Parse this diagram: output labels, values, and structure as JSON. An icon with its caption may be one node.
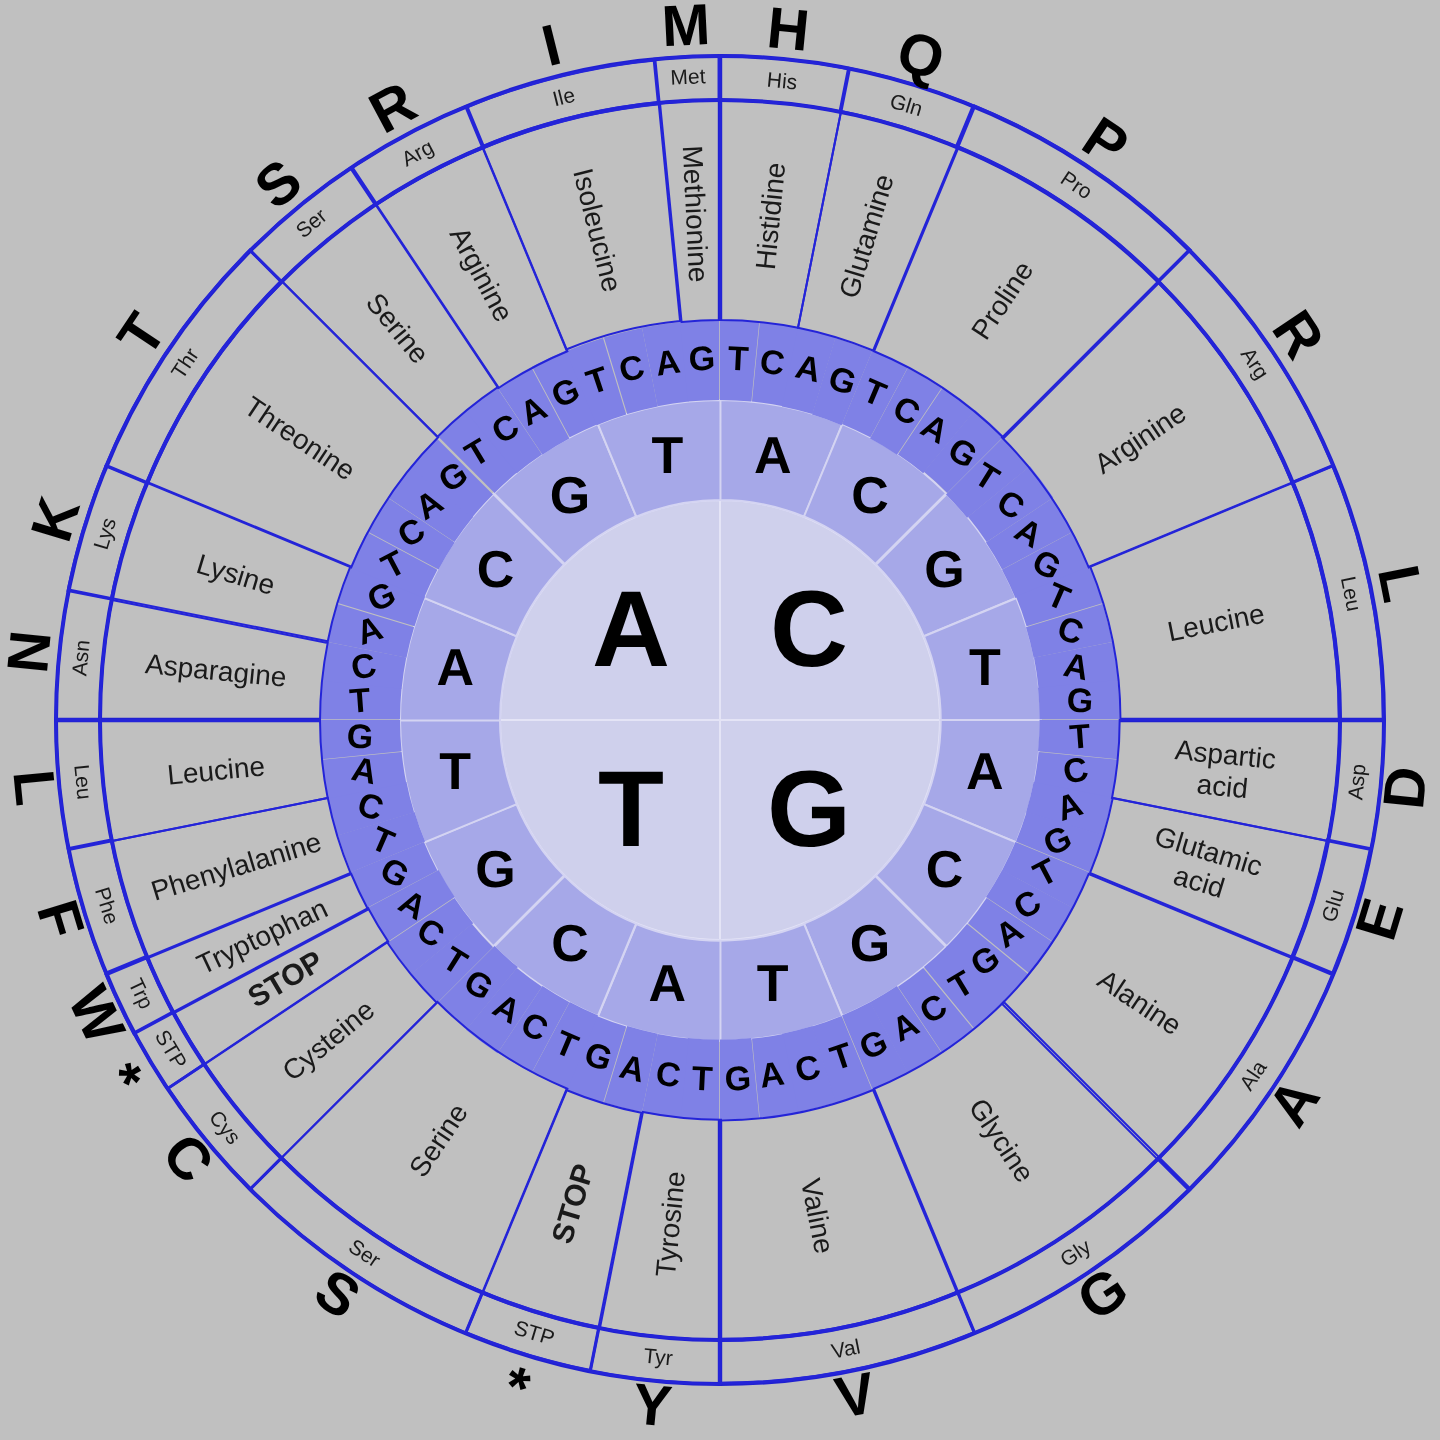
{
  "diagram": {
    "nodes": [
      {
        "text": [
          "A"
        ]
      },
      {
        "text": [
          "C"
        ]
      },
      {
        "text": [
          "T"
        ]
      },
      {
        "text": [
          "G"
        ]
      },
      {
        "text": [
          "A"
        ]
      },
      {
        "text": [
          "C"
        ]
      },
      {
        "text": [
          "G"
        ]
      },
      {
        "text": [
          "T"
        ]
      },
      {
        "text": [
          "A"
        ]
      },
      {
        "text": [
          "C"
        ]
      },
      {
        "text": [
          "G"
        ]
      },
      {
        "text": [
          "T"
        ]
      },
      {
        "text": [
          "A"
        ]
      },
      {
        "text": [
          "C"
        ]
      },
      {
        "text": [
          "G"
        ]
      },
      {
        "text": [
          "T"
        ]
      },
      {
        "text": [
          "A"
        ]
      },
      {
        "text": [
          "C"
        ]
      },
      {
        "text": [
          "G"
        ]
      },
      {
        "text": [
          "T"
        ]
      },
      {
        "text": [
          "T"
        ]
      },
      {
        "text": [
          "C"
        ]
      },
      {
        "text": [
          "A"
        ]
      },
      {
        "text": [
          "G"
        ]
      },
      {
        "text": [
          "T"
        ]
      },
      {
        "text": [
          "C"
        ]
      },
      {
        "text": [
          "A"
        ]
      },
      {
        "text": [
          "G"
        ]
      },
      {
        "text": [
          "T"
        ]
      },
      {
        "text": [
          "C"
        ]
      },
      {
        "text": [
          "A"
        ]
      },
      {
        "text": [
          "G"
        ]
      },
      {
        "text": [
          "T"
        ]
      },
      {
        "text": [
          "C"
        ]
      },
      {
        "text": [
          "A"
        ]
      },
      {
        "text": [
          "G"
        ]
      },
      {
        "text": [
          "T"
        ]
      },
      {
        "text": [
          "C"
        ]
      },
      {
        "text": [
          "A"
        ]
      },
      {
        "text": [
          "G"
        ]
      },
      {
        "text": [
          "T"
        ]
      },
      {
        "text": [
          "C"
        ]
      },
      {
        "text": [
          "A"
        ]
      },
      {
        "text": [
          "G"
        ]
      },
      {
        "text": [
          "T"
        ]
      },
      {
        "text": [
          "C"
        ]
      },
      {
        "text": [
          "A"
        ]
      },
      {
        "text": [
          "G"
        ]
      },
      {
        "text": [
          "T"
        ]
      },
      {
        "text": [
          "C"
        ]
      },
      {
        "text": [
          "A"
        ]
      },
      {
        "text": [
          "G"
        ]
      },
      {
        "text": [
          "T"
        ]
      },
      {
        "text": [
          "C"
        ]
      },
      {
        "text": [
          "A"
        ]
      },
      {
        "text": [
          "G"
        ]
      },
      {
        "text": [
          "T"
        ]
      },
      {
        "text": [
          "C"
        ]
      },
      {
        "text": [
          "A"
        ]
      },
      {
        "text": [
          "G"
        ]
      },
      {
        "text": [
          "T"
        ]
      },
      {
        "text": [
          "C"
        ]
      },
      {
        "text": [
          "A"
        ]
      },
      {
        "text": [
          "G"
        ]
      },
      {
        "text": [
          "T"
        ]
      },
      {
        "text": [
          "C"
        ]
      },
      {
        "text": [
          "A"
        ]
      },
      {
        "text": [
          "G"
        ]
      },
      {
        "text": [
          "T"
        ]
      },
      {
        "text": [
          "C"
        ]
      },
      {
        "text": [
          "A"
        ]
      },
      {
        "text": [
          "G"
        ]
      },
      {
        "text": [
          "T"
        ]
      },
      {
        "text": [
          "C"
        ]
      },
      {
        "text": [
          "A"
        ]
      },
      {
        "text": [
          "G"
        ]
      },
      {
        "text": [
          "T"
        ]
      },
      {
        "text": [
          "C"
        ]
      },
      {
        "text": [
          "A"
        ]
      },
      {
        "text": [
          "G"
        ]
      },
      {
        "text": [
          "T"
        ]
      },
      {
        "text": [
          "C"
        ]
      },
      {
        "text": [
          "A"
        ]
      },
      {
        "text": [
          "G"
        ]
      },
      {
        "text": [
          "Histidine"
        ]
      },
      {
        "text": [
          "Glutamine"
        ]
      },
      {
        "text": [
          "Proline"
        ]
      },
      {
        "text": [
          "Arginine"
        ]
      },
      {
        "text": [
          "Leucine"
        ]
      },
      {
        "text": [
          "Aspartic acid"
        ]
      },
      {
        "text": [
          "Glutamic acid"
        ]
      },
      {
        "text": [
          "Alanine"
        ]
      },
      {
        "text": [
          "Glycine"
        ]
      },
      {
        "text": [
          "Valine"
        ]
      },
      {
        "text": [
          "Tyrosine"
        ]
      },
      {
        "text": [
          "STOP"
        ]
      },
      {
        "text": [
          "Serine"
        ]
      },
      {
        "text": [
          "Cysteine"
        ]
      },
      {
        "text": [
          "STOP"
        ]
      },
      {
        "text": [
          "Tryptophan"
        ]
      },
      {
        "text": [
          "Phenylalanine"
        ]
      },
      {
        "text": [
          "Leucine"
        ]
      },
      {
        "text": [
          "Asparagine"
        ]
      },
      {
        "text": [
          "Lysine"
        ]
      },
      {
        "text": [
          "Threonine"
        ]
      },
      {
        "text": [
          "Serine"
        ]
      },
      {
        "text": [
          "Arginine"
        ]
      },
      {
        "text": [
          "Isoleucine"
        ]
      },
      {
        "text": [
          "Methionine"
        ]
      },
      {
        "text": [
          "His"
        ]
      },
      {
        "text": [
          "Gln"
        ]
      },
      {
        "text": [
          "Pro"
        ]
      },
      {
        "text": [
          "Arg"
        ]
      },
      {
        "text": [
          "Leu"
        ]
      },
      {
        "text": [
          "Asp"
        ]
      },
      {
        "text": [
          "Glu"
        ]
      },
      {
        "text": [
          "Ala"
        ]
      },
      {
        "text": [
          "Gly"
        ]
      },
      {
        "text": [
          "Val"
        ]
      },
      {
        "text": [
          "Tyr"
        ]
      },
      {
        "text": [
          "STP"
        ]
      },
      {
        "text": [
          "Ser"
        ]
      },
      {
        "text": [
          "Cys"
        ]
      },
      {
        "text": [
          "STP"
        ]
      },
      {
        "text": [
          "Trp"
        ]
      },
      {
        "text": [
          "Phe"
        ]
      },
      {
        "text": [
          "Leu"
        ]
      },
      {
        "text": [
          "Asn"
        ]
      },
      {
        "text": [
          "Lys"
        ]
      },
      {
        "text": [
          "Thr"
        ]
      },
      {
        "text": [
          "Ser"
        ]
      },
      {
        "text": [
          "Arg"
        ]
      },
      {
        "text": [
          "Ile"
        ]
      },
      {
        "text": [
          "Met"
        ]
      }
    ],
    "labels": [
      "H",
      "Q",
      "P",
      "R",
      "L",
      "D",
      "E",
      "A",
      "G",
      "V",
      "Y",
      "*",
      "S",
      "C",
      "*",
      "W",
      "F",
      "L",
      "N",
      "K",
      "T",
      "S",
      "R",
      "I",
      "M"
    ]
  }
}
